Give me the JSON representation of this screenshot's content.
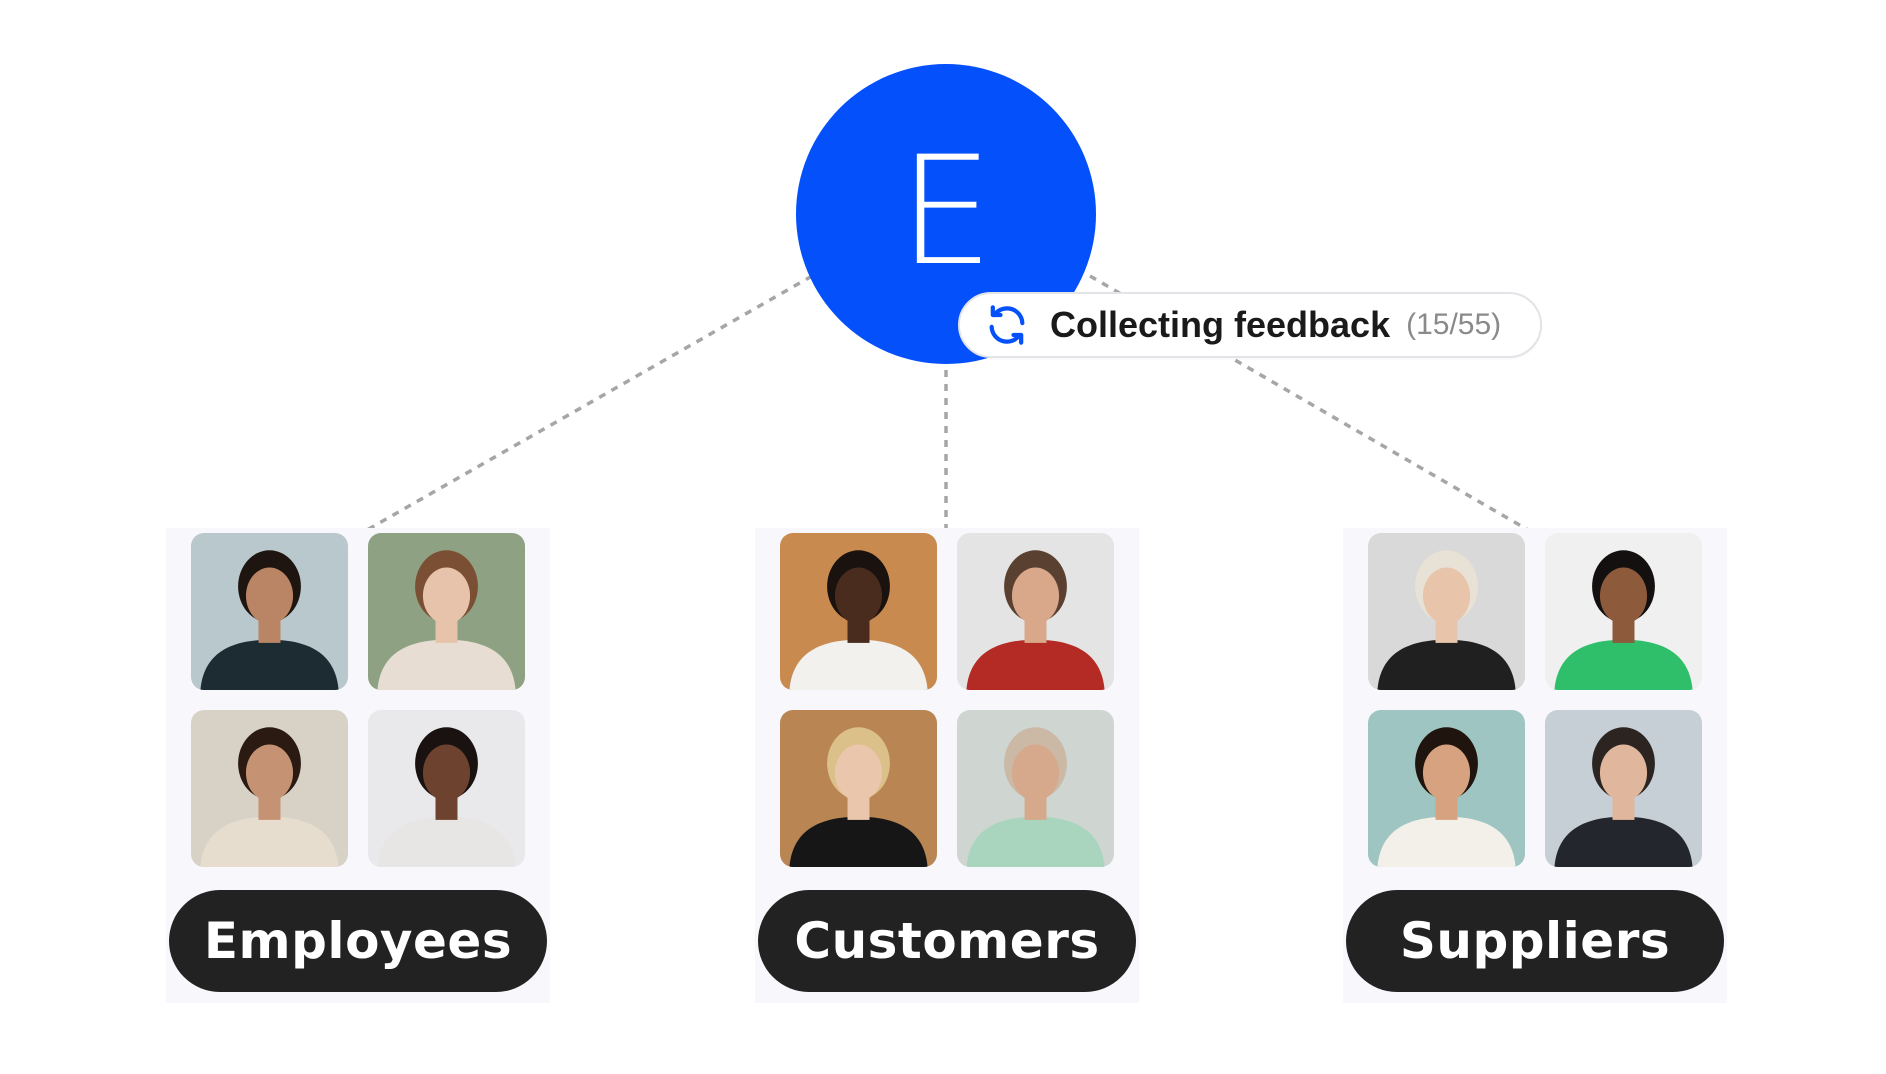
{
  "hub": {
    "letter": "E",
    "color": "#0450fb"
  },
  "status": {
    "icon": "refresh-icon",
    "label": "Collecting feedback",
    "count": "(15/55)"
  },
  "groups": [
    {
      "label": "Employees",
      "photos": [
        {
          "bg": "#b9c8cc",
          "skin": "#b98565",
          "hair": "#1e1510",
          "shirt": "#1d2b33"
        },
        {
          "bg": "#8ea283",
          "skin": "#e7c3ab",
          "hair": "#7b4f34",
          "shirt": "#e8ddd2"
        },
        {
          "bg": "#d8d2c6",
          "skin": "#c69274",
          "hair": "#2a1a12",
          "shirt": "#e6ddcf"
        },
        {
          "bg": "#e9e9ec",
          "skin": "#6d4330",
          "hair": "#1a1210",
          "shirt": "#e8e6e4"
        }
      ]
    },
    {
      "label": "Customers",
      "photos": [
        {
          "bg": "#c88a4f",
          "skin": "#4a2c1e",
          "hair": "#1a120e",
          "shirt": "#f2f1ee"
        },
        {
          "bg": "#e4e4e4",
          "skin": "#d9a88b",
          "hair": "#5a4030",
          "shirt": "#b42a24"
        },
        {
          "bg": "#b98552",
          "skin": "#eac6ad",
          "hair": "#dcc08a",
          "shirt": "#161616"
        },
        {
          "bg": "#cfd6d2",
          "skin": "#d6a98c",
          "hair": "#cbb9a6",
          "shirt": "#a9d4bd"
        }
      ]
    },
    {
      "label": "Suppliers",
      "photos": [
        {
          "bg": "#d9d9d9",
          "skin": "#e8c4aa",
          "hair": "#e8e2d6",
          "shirt": "#202020"
        },
        {
          "bg": "#f0f0f0",
          "skin": "#8d5a3c",
          "hair": "#151010",
          "shirt": "#2fbf6a"
        },
        {
          "bg": "#9ec5c2",
          "skin": "#d6a27f",
          "hair": "#20140e",
          "shirt": "#f3efe9"
        },
        {
          "bg": "#c6ced6",
          "skin": "#e0b79c",
          "hair": "#2b2420",
          "shirt": "#23262d"
        }
      ]
    }
  ]
}
